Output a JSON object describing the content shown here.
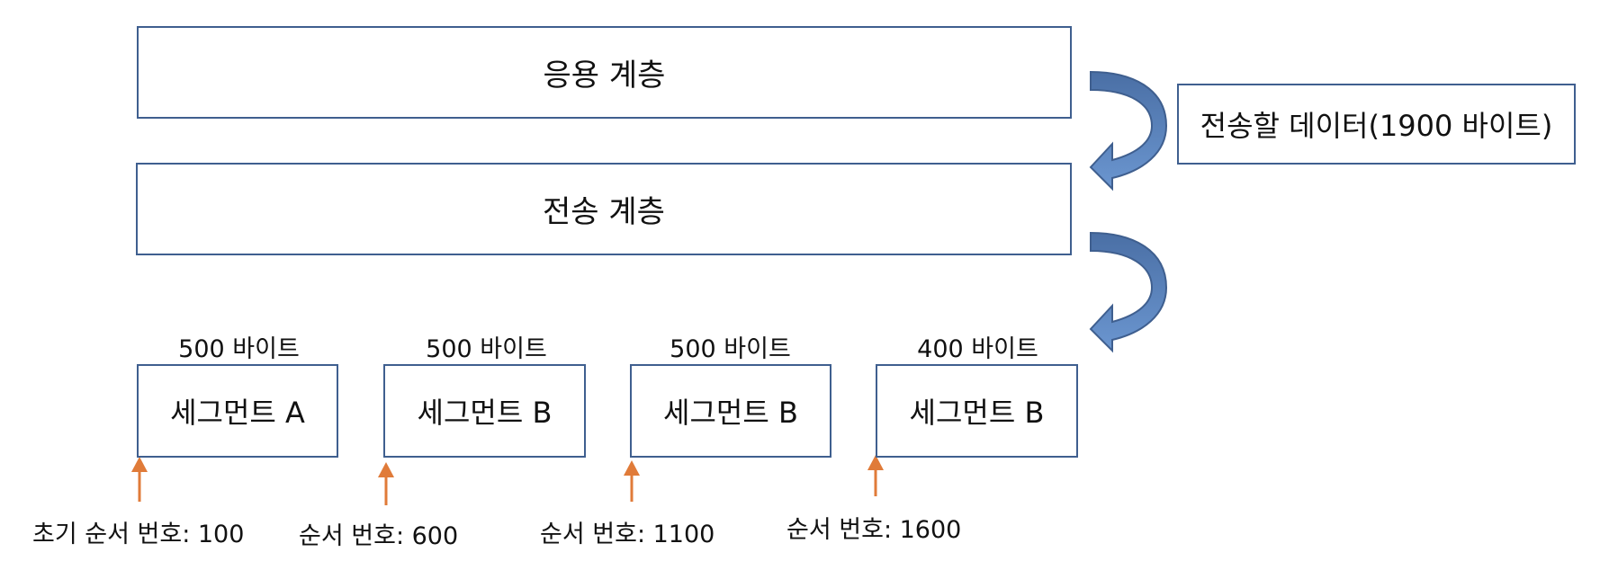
{
  "layers": {
    "application": "응용 계층",
    "transport": "전송 계층"
  },
  "data_box": "전송할 데이터(1900 바이트)",
  "segments": [
    {
      "size": "500 바이트",
      "name": "세그먼트 A",
      "seq": "초기 순서 번호: 100"
    },
    {
      "size": "500 바이트",
      "name": "세그먼트 B",
      "seq": "순서 번호: 600"
    },
    {
      "size": "500 바이트",
      "name": "세그먼트 B",
      "seq": "순서 번호: 1100"
    },
    {
      "size": "400 바이트",
      "name": "세그먼트 B",
      "seq": "순서 번호: 1600"
    }
  ],
  "colors": {
    "box_border": "#3f5f8f",
    "curved_arrow": "#5b86c0",
    "pointer_arrow": "#e07b39"
  }
}
